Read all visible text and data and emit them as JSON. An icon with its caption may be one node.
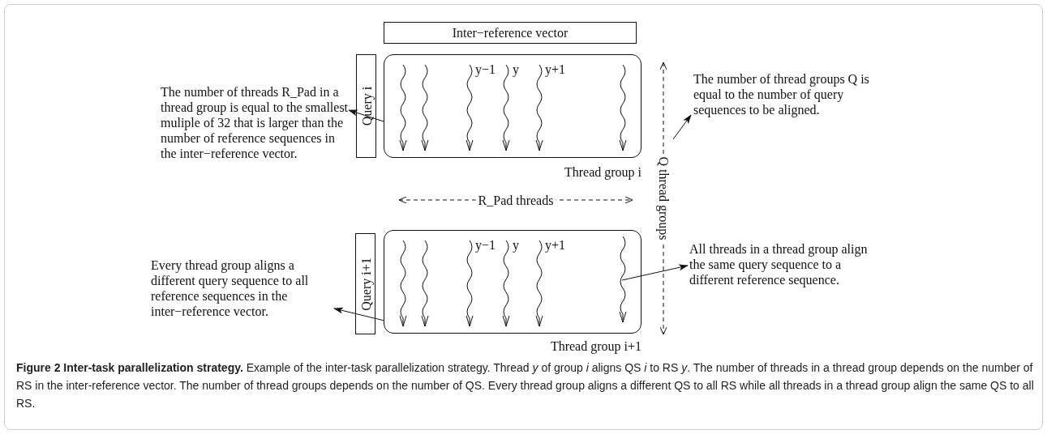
{
  "diagram": {
    "caption": "**Figure 2 Inter-task parallelization strategy.** Example of the inter-task parallelization strategy. Thread *y* of group *i* aligns QS *i* to RS *y*. The number of threads in a thread group depends on the number of RS in the inter-reference vector. The number of thread groups depends on the number of QS. Every thread group aligns a different QS to all RS while all threads in a thread group align the same QS to all RS.",
    "nodes": [
      {
        "text": [
          "Inter−reference vector"
        ]
      },
      {
        "text": [
          "Thread group i"
        ]
      },
      {
        "text": [
          "Query i"
        ]
      },
      {
        "text": [
          "Thread group i+1"
        ]
      },
      {
        "text": [
          "Query i+1"
        ]
      },
      {
        "text": [
          "The number of threads R_Pad in a thread group is equal to the smallest muliple of 32 that is larger than the number of reference sequences in the inter−reference vector."
        ]
      },
      {
        "text": [
          "Every thread group aligns a different query sequence to all reference sequences in the inter−reference vector."
        ]
      },
      {
        "text": [
          "The number of thread groups Q is equal to the number of query sequences to be aligned."
        ]
      },
      {
        "text": [
          "All threads in a thread group align the same query sequence to a different reference sequence."
        ]
      },
      {
        "text": [],
        "shape": "wave",
        "in": 3
      }
    ],
    "edges": [
      {
        "from": 1,
        "to": 5,
        "arrow": "to"
      },
      {
        "from": 3,
        "to": 6,
        "arrow": "to"
      },
      {
        "from": 9,
        "to": 8,
        "arrow": "to"
      },
      {
        "from": null,
        "to": 7,
        "arrow": "to"
      }
    ],
    "labels": [
      "y−1",
      "y",
      "y+1",
      "R_Pad threads",
      "Q thread groups",
      "y−1",
      "y",
      "y+1"
    ]
  }
}
